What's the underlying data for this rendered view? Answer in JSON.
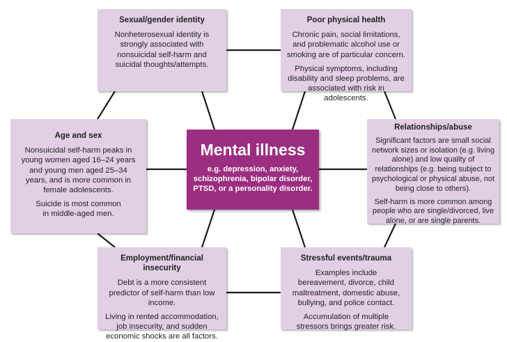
{
  "center": {
    "title": "Mental illness",
    "subtitle": "e.g. depression, anxiety, schizophrenia, bipolar disorder, PTSD, or a personality disorder."
  },
  "boxes": {
    "sexual_identity": {
      "title": "Sexual/gender identity",
      "paragraphs": [
        "Nonheterosexual identity is strongly associated with nonsuicidal self-harm and suicidal thoughts/attempts."
      ]
    },
    "physical_health": {
      "title": "Poor physical health",
      "paragraphs": [
        "Chronic pain, social limitations, and problematic alcohol use or smoking are of particular concern.",
        "Physical symptoms, including disability and sleep problems, are associated with risk in adolescents."
      ]
    },
    "age_sex": {
      "title": "Age and sex",
      "paragraphs": [
        "Nonsuicidal self-harm peaks in young women aged 16–24 years and young men aged 25–34 years, and is more common in female adolescents.",
        "Suicide is most common in middle-aged men."
      ]
    },
    "relationships": {
      "title": "Relationships/abuse",
      "paragraphs": [
        "Significant factors are small social network sizes or isolation (e.g. living alone) and low quality of relationships (e.g. being subject to psychological or physical abuse, not being close to others).",
        "Self-harm is more common among people who are single/divorced, live alone, or are single parents."
      ]
    },
    "employment": {
      "title": "Employment/financial insecurity",
      "paragraphs": [
        "Debt is a more consistent predictor of self-harm than low income.",
        "Living in rented accommodation, job insecurity, and sudden economic shocks are all factors."
      ]
    },
    "stressful": {
      "title": "Stressful events/trauma",
      "paragraphs": [
        "Examples include bereavement, divorce, child maltreatment, domestic abuse, bullying, and police contact.",
        "Accumulation of multiple stressors brings greater risk."
      ]
    }
  },
  "colors": {
    "box_fill": "#e2cfe6",
    "center_fill": "#9b2e80",
    "connector": "#1a1a1a"
  }
}
